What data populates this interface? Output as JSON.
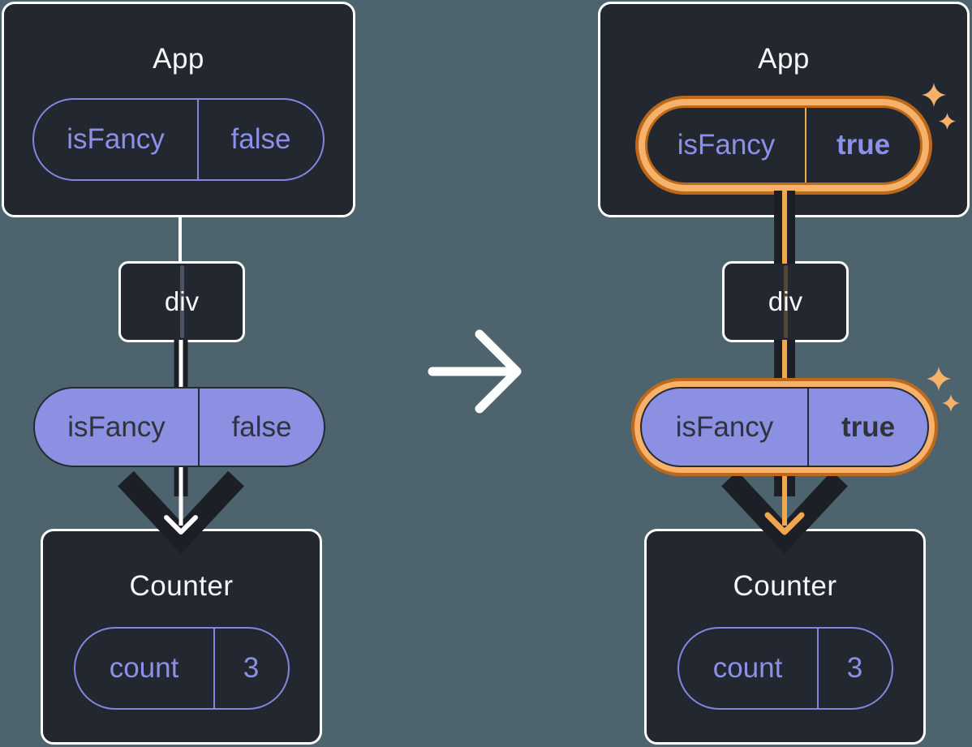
{
  "colors": {
    "background": "#4D646E",
    "box_fill": "#23272F",
    "box_border": "#FFFFFF",
    "purple_stroke": "#8286E0",
    "purple_text": "#8B90E8",
    "purple_fill": "#8C90E2",
    "dark_text": "#2F333B",
    "arrow_dark": "#1C1F26",
    "highlight_light_orange": "#F6B26B",
    "highlight_dark_orange": "#BE6919",
    "highlight_line_orange": "#F0A750"
  },
  "before": {
    "app": {
      "title": "App",
      "prop_name": "isFancy",
      "prop_value": "false"
    },
    "div": {
      "label": "div"
    },
    "passed_prop": {
      "name": "isFancy",
      "value": "false"
    },
    "counter": {
      "title": "Counter",
      "state_name": "count",
      "state_value": "3"
    }
  },
  "after": {
    "app": {
      "title": "App",
      "prop_name": "isFancy",
      "prop_value": "true"
    },
    "div": {
      "label": "div"
    },
    "passed_prop": {
      "name": "isFancy",
      "value": "true"
    },
    "counter": {
      "title": "Counter",
      "state_name": "count",
      "state_value": "3"
    }
  }
}
